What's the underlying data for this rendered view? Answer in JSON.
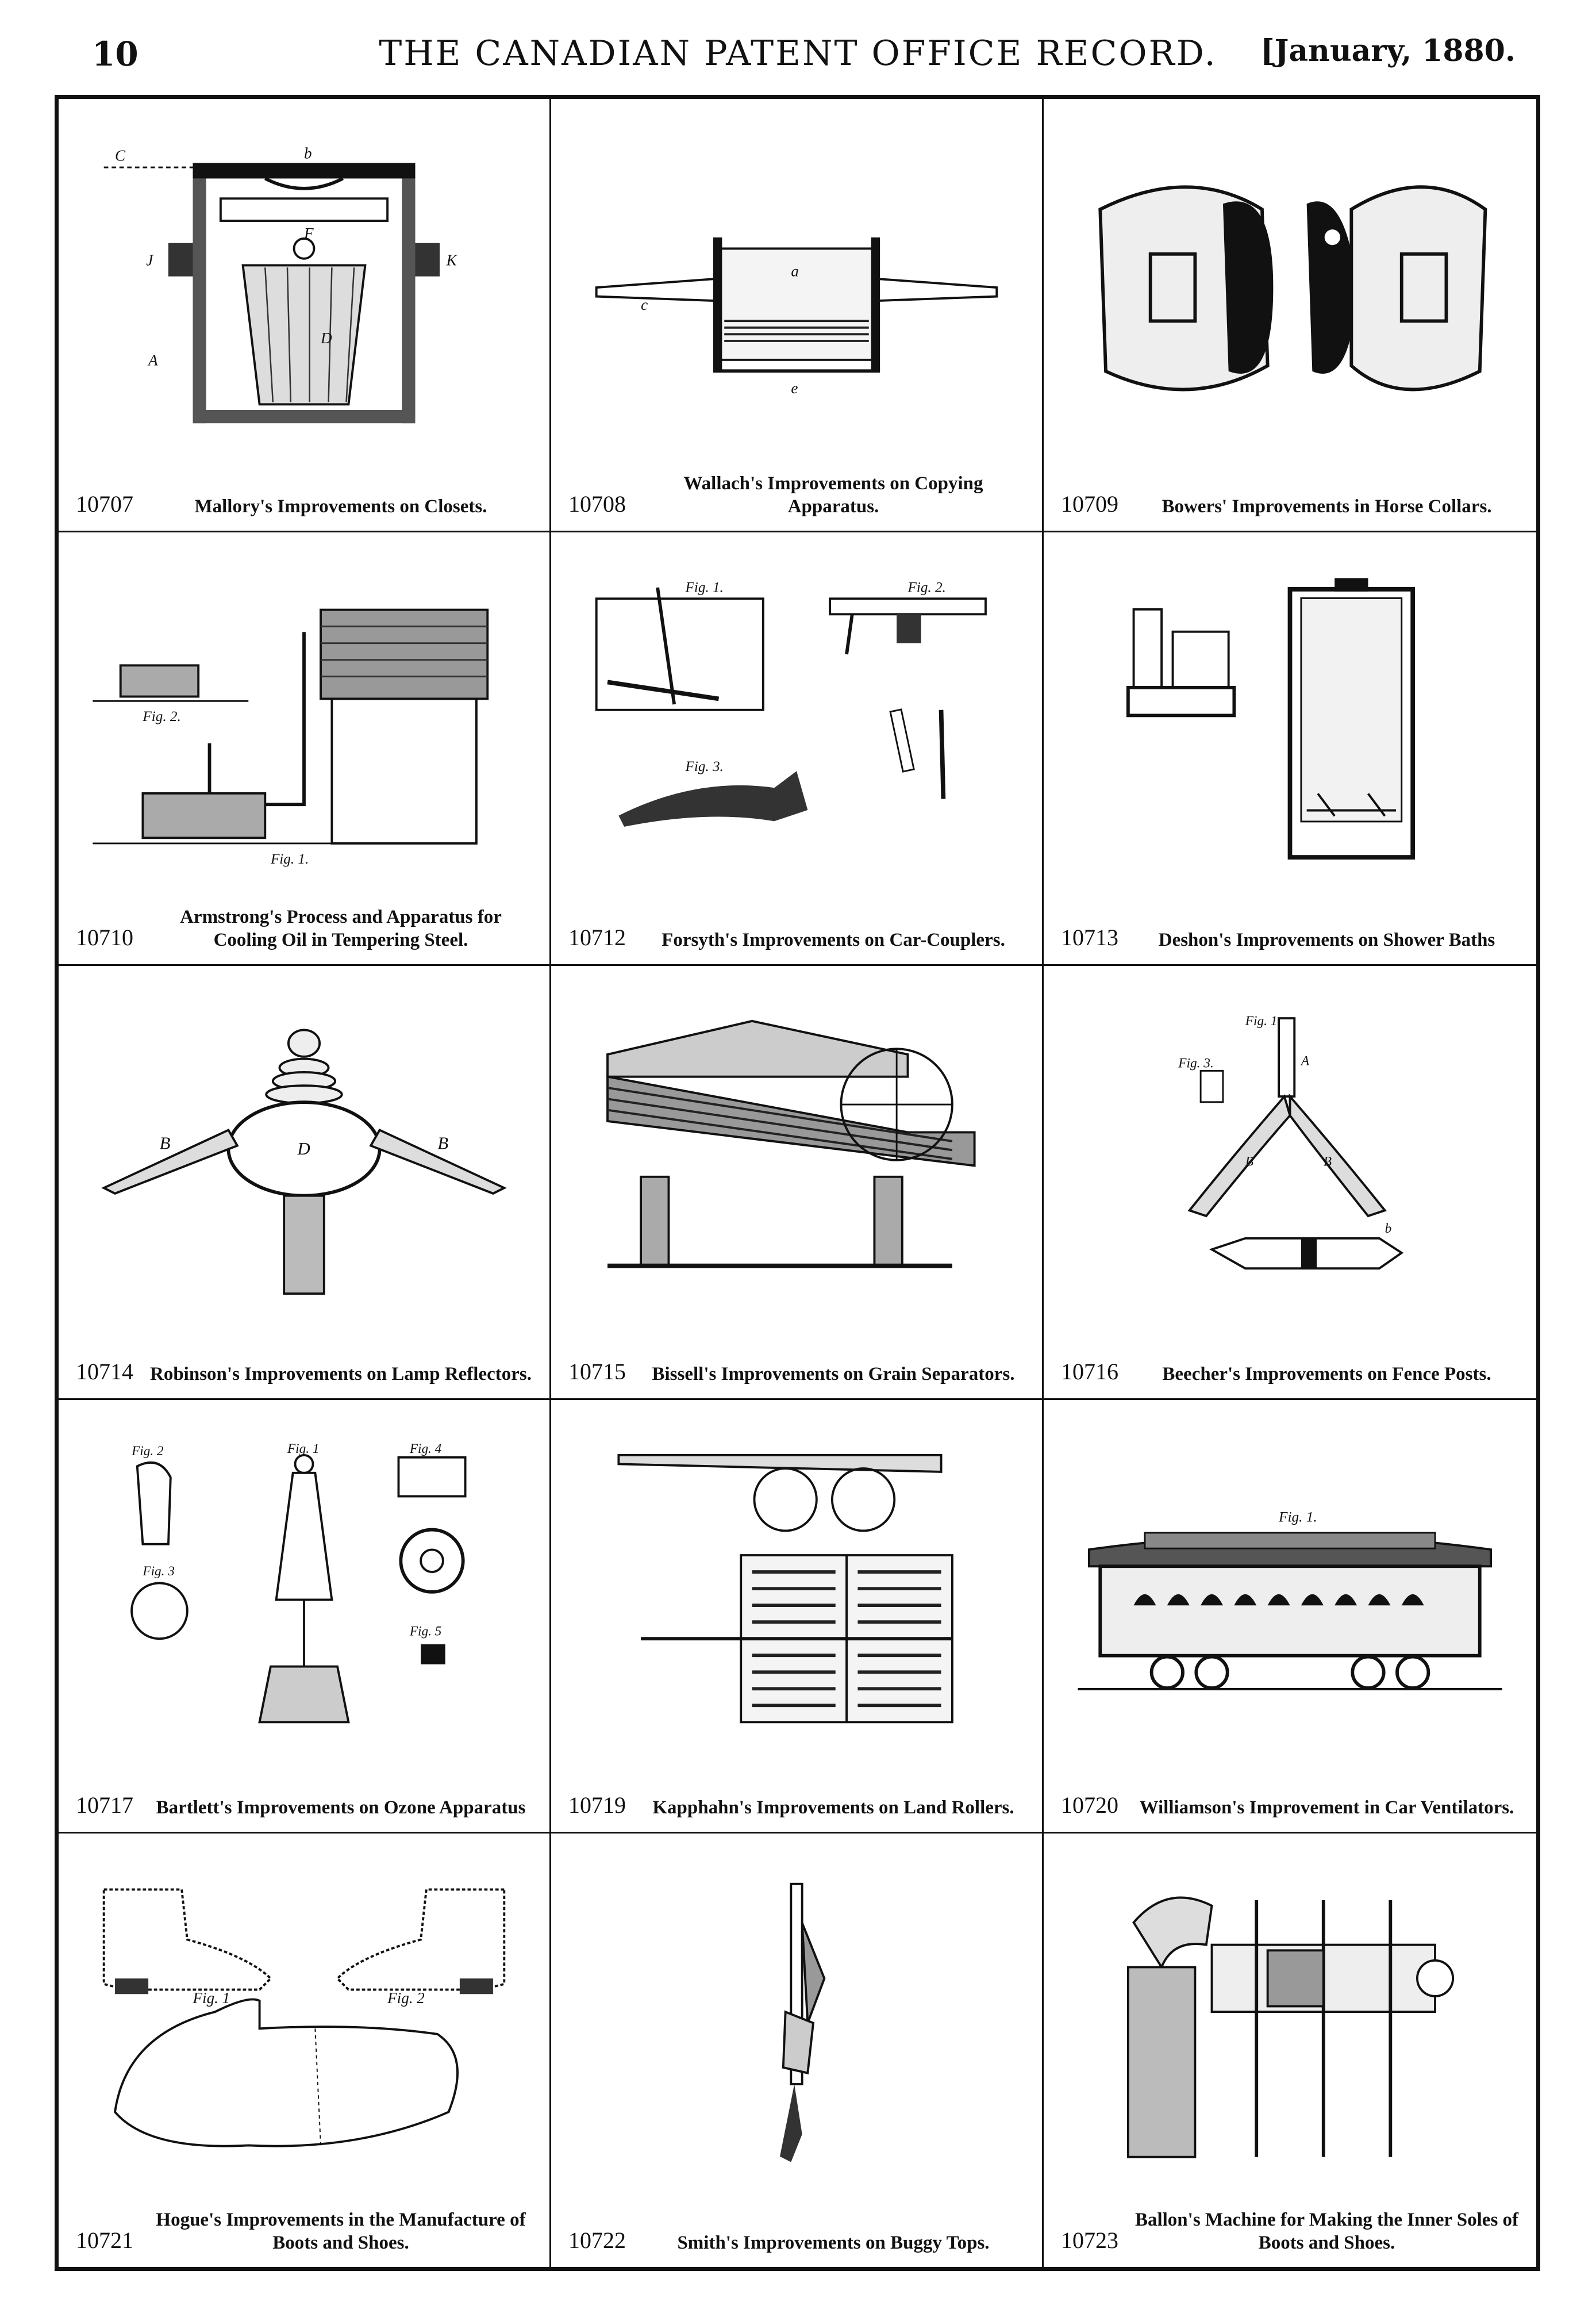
{
  "header": {
    "page_number": "10",
    "title": "THE CANADIAN PATENT OFFICE RECORD.",
    "date": "[January, 1880."
  },
  "patents": [
    {
      "number": "10707",
      "caption": "Mallory's Improvements on Closets."
    },
    {
      "number": "10708",
      "caption": "Wallach's Improvements on Copying Apparatus."
    },
    {
      "number": "10709",
      "caption": "Bowers' Improvements in Horse Collars."
    },
    {
      "number": "10710",
      "caption": "Armstrong's Process and Apparatus for Cooling Oil in Tempering Steel."
    },
    {
      "number": "10712",
      "caption": "Forsyth's Improvements on Car-Couplers."
    },
    {
      "number": "10713",
      "caption": "Deshon's Improvements on Shower Baths"
    },
    {
      "number": "10714",
      "caption": "Robinson's Improvements on Lamp Reflectors."
    },
    {
      "number": "10715",
      "caption": "Bissell's Improvements on Grain Separators."
    },
    {
      "number": "10716",
      "caption": "Beecher's Improvements on Fence Posts."
    },
    {
      "number": "10717",
      "caption": "Bartlett's Improvements on Ozone Apparatus"
    },
    {
      "number": "10719",
      "caption": "Kapphahn's Improvements on Land Rollers."
    },
    {
      "number": "10720",
      "caption": "Williamson's Improvement in Car Ventilators."
    },
    {
      "number": "10721",
      "caption": "Hogue's Improvements in the Manufacture of Boots and Shoes."
    },
    {
      "number": "10722",
      "caption": "Smith's Improvements on Buggy Tops."
    },
    {
      "number": "10723",
      "caption": "Ballon's Machine for Making the Inner Soles of Boots and Shoes."
    }
  ],
  "figure_labels": {
    "closet": [
      "C",
      "b",
      "A",
      "D",
      "J",
      "K",
      "F"
    ],
    "copying": [
      "a",
      "c",
      "e"
    ],
    "cooling": [
      "Fig. 2.",
      "Fig. 1."
    ],
    "coupler": [
      "Fig. 1.",
      "Fig. 2.",
      "Fig. 3."
    ],
    "lamp": [
      "B",
      "D",
      "B"
    ],
    "fence": [
      "Fig. 1.",
      "Fig. 3.",
      "A",
      "B",
      "B",
      "b"
    ],
    "ozone": [
      "Fig. 1",
      "Fig. 2",
      "Fig. 3",
      "Fig. 4",
      "Fig. 5"
    ],
    "car": [
      "Fig. 1."
    ],
    "boots": [
      "Fig. 1",
      "Fig. 2"
    ]
  }
}
